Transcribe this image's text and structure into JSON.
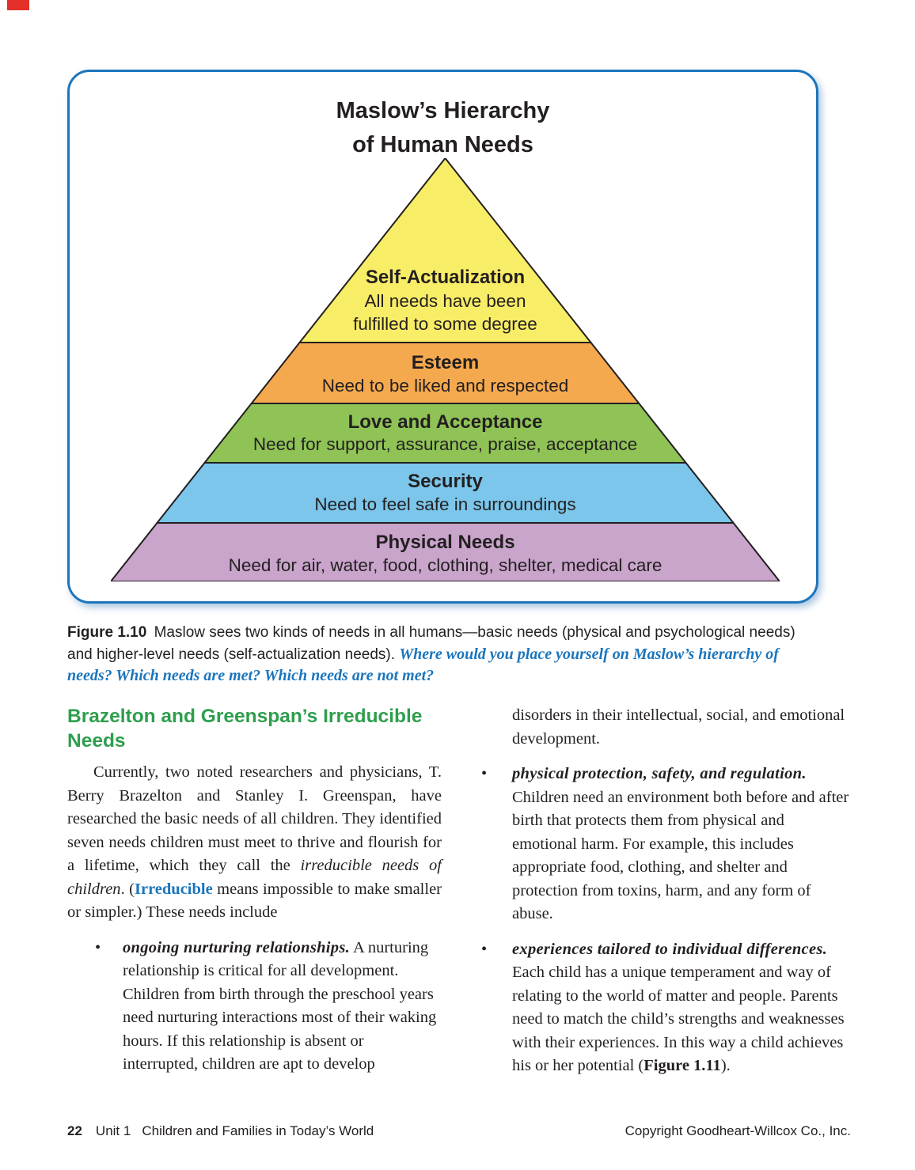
{
  "colors": {
    "box_border": "#1C75BC",
    "question_blue": "#1B75BC",
    "keyword_blue": "#1B75BC",
    "heading_green": "#2E9E4D",
    "tab_red": "#E43028",
    "text": "#231F20"
  },
  "figure": {
    "title_line1": "Maslow’s Hierarchy",
    "title_line2": "of Human Needs",
    "levels": [
      {
        "name": "Self-Actualization",
        "desc_lines": [
          "All needs have been",
          "fulfilled to some degree"
        ],
        "color": "#F8ED66"
      },
      {
        "name": "Esteem",
        "desc_lines": [
          "Need to be liked and respected"
        ],
        "color": "#F5A94E"
      },
      {
        "name": "Love and Acceptance",
        "desc_lines": [
          "Need for support, assurance, praise, acceptance"
        ],
        "color": "#8FC356"
      },
      {
        "name": "Security",
        "desc_lines": [
          "Need to feel safe in surroundings"
        ],
        "color": "#7BC6EA"
      },
      {
        "name": "Physical Needs",
        "desc_lines": [
          "Need for air, water, food, clothing, shelter, medical care"
        ],
        "color": "#C9A4CB"
      }
    ]
  },
  "caption": {
    "label": "Figure 1.10",
    "text": "Maslow sees two kinds of needs in all humans—basic needs (physical and psychological needs) and higher-level needs (self-actualization needs).",
    "question": "Where would you place yourself on Maslow’s hierarchy of needs? Which needs are met? Which needs are not met?"
  },
  "article": {
    "heading": "Brazelton and Greenspan’s Irreducible Needs",
    "bullet_char": "•",
    "intro": {
      "part1": "Currently, two noted researchers and physicians, T. Berry Brazelton and Stanley I. Greenspan, have researched the basic needs of all children. They identified seven needs children must meet to thrive and flourish for a lifetime, which they call the ",
      "term": "irreducible needs of children",
      "part2": ". (",
      "keyword": "Irreducible",
      "part3": " means impossible to make smaller or simpler.) These needs include"
    },
    "bullets": [
      {
        "lead": "ongoing nurturing relationships.",
        "text": "A nurturing relationship is critical for all development. Children from birth through the preschool years need nurturing interactions most of their waking hours. If this relationship is absent or interrupted, children are apt to develop",
        "continuation": "disorders in their intellectual, social, and emotional development."
      },
      {
        "lead": "physical protection, safety, and regulation.",
        "text": "Children need an environment both before and after birth that protects them from physical and emotional harm. For example, this includes appropriate food, clothing, and shelter and protection from toxins, harm, and any form of abuse."
      },
      {
        "lead": "experiences tailored to individual differences.",
        "text": "Each child has a unique temperament and way of relating to the world of matter and people. Parents need to match the child’s strengths and weaknesses with their experiences. In this way a child achieves his or her potential (",
        "figure_ref": "Figure 1.11",
        "text_after": ")."
      }
    ]
  },
  "footer": {
    "page_number": "22",
    "unit_label": "Unit 1",
    "unit_title": "Children and Families in Today’s World",
    "copyright": "Copyright Goodheart-Willcox Co., Inc."
  }
}
